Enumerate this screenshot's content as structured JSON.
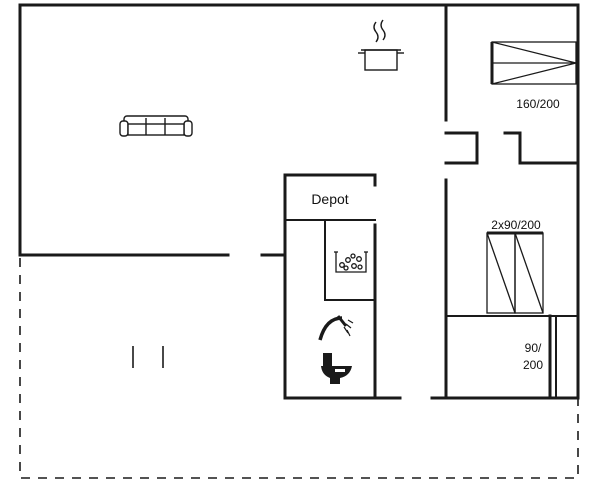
{
  "plan": {
    "rooms": {
      "depot": "Depot"
    },
    "beds": {
      "double_label": "160/200",
      "twin_label": "2x90/200",
      "single_label_line1": "90/",
      "single_label_line2": "200"
    },
    "icons": {
      "sofa": "sofa-icon",
      "cooking_pot": "cooking-pot-icon",
      "washing_machine": "washing-machine-icon",
      "shower": "shower-icon",
      "toilet": "toilet-icon"
    },
    "colors": {
      "wall": "#1a1a1a",
      "background": "#ffffff"
    }
  }
}
